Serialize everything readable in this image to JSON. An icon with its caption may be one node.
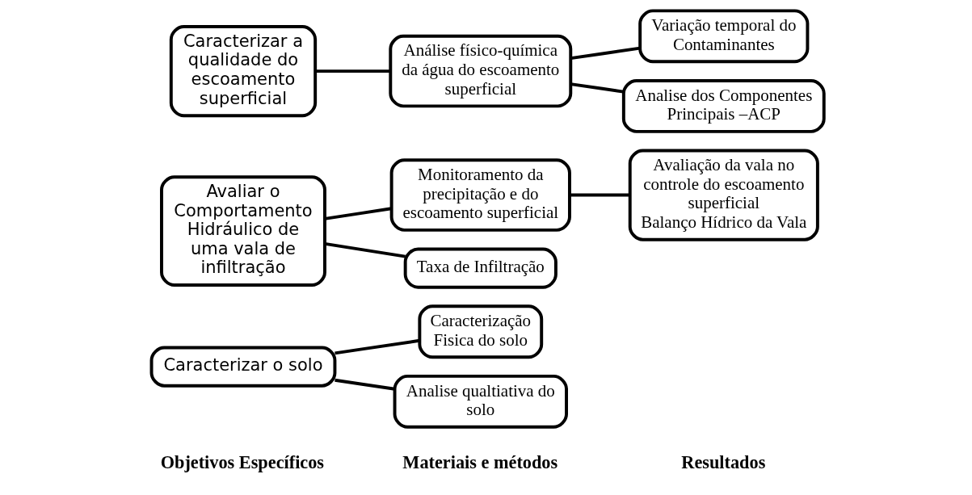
{
  "diagram": {
    "nodes": [
      {
        "text": [
          "Caracterizar o solo"
        ]
      },
      {
        "text": [
          "Caracterização Fisica do solo"
        ]
      },
      {
        "text": [
          "Analise qualtiativa do solo"
        ]
      },
      {
        "text": [
          "Avaliar o Comportamento Hidráulico de uma vala de infiltração"
        ]
      },
      {
        "text": [
          "Monitoramento da precipitação e do escoamento superficial"
        ]
      },
      {
        "text": [
          "Avaliação da vala no controle do escoamento superficial",
          "Balanço Hídrico da Vala"
        ]
      },
      {
        "text": [
          "Taxa de Infiltração"
        ]
      },
      {
        "text": [
          "Caracterizar a qualidade do escoamento superficial"
        ]
      },
      {
        "text": [
          "Análise físico-química da água do escoamento superficial"
        ]
      },
      {
        "text": [
          "Variação temporal do Contaminantes"
        ]
      },
      {
        "text": [
          "Analise dos Componentes Principais –ACP"
        ]
      }
    ],
    "edges": [
      {
        "from": 0,
        "to": 1,
        "arrow": "none"
      },
      {
        "from": 0,
        "to": 2,
        "arrow": "none"
      },
      {
        "from": 3,
        "to": 4,
        "arrow": "none"
      },
      {
        "from": 3,
        "to": 6,
        "arrow": "none"
      },
      {
        "from": 4,
        "to": 5,
        "arrow": "none"
      },
      {
        "from": 7,
        "to": 8,
        "arrow": "none"
      },
      {
        "from": 8,
        "to": 9,
        "arrow": "none"
      },
      {
        "from": 8,
        "to": 10,
        "arrow": "none"
      }
    ],
    "labels": [
      "Objetivos Específicos",
      "Materiais e métodos",
      "Resultados"
    ]
  }
}
